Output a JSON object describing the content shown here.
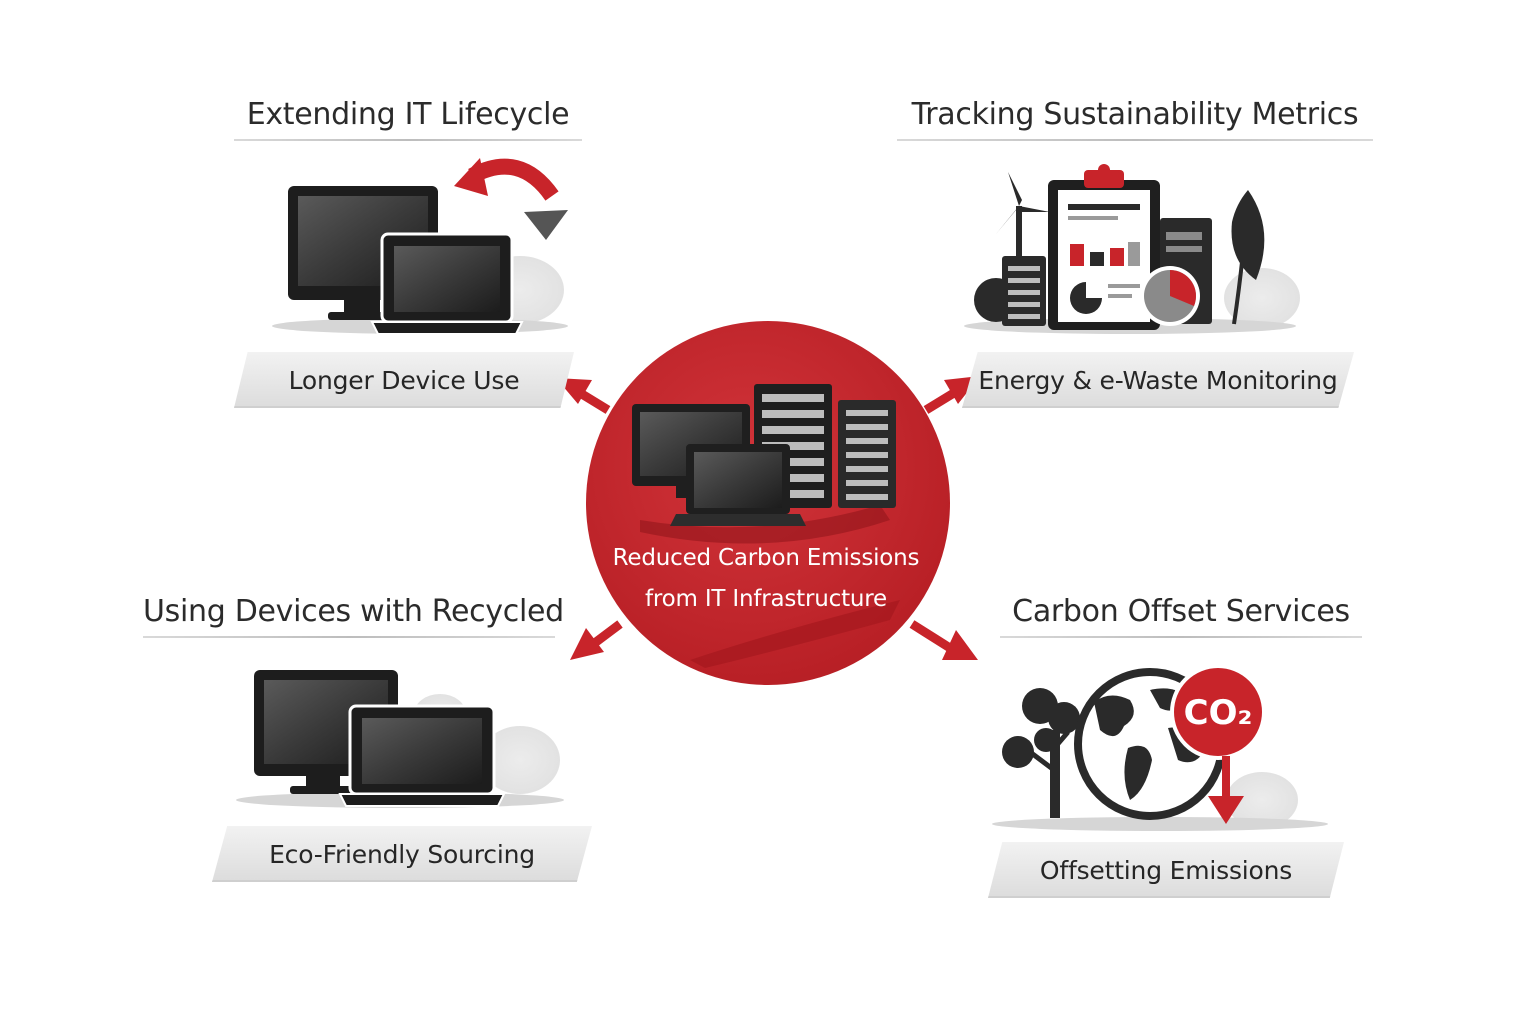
{
  "center": {
    "line1": "Reduced Carbon Emissions",
    "line2": "from IT Infrastructure",
    "color": "#c8242a"
  },
  "nodes": [
    {
      "id": "top-left",
      "title": "Extending IT Lifecycle",
      "label": "Longer Device Use",
      "icons": [
        "monitor-icon",
        "laptop-icon",
        "refresh-arrow-icon"
      ]
    },
    {
      "id": "top-right",
      "title": "Tracking Sustainability Metrics",
      "label": "Energy & e-Waste Monitoring",
      "icons": [
        "wind-turbine-icon",
        "clipboard-chart-icon",
        "pie-chart-icon",
        "leaf-icon",
        "server-icon"
      ]
    },
    {
      "id": "bottom-left",
      "title": "Using Devices with Recycled",
      "label": "Eco-Friendly Sourcing",
      "icons": [
        "monitor-icon",
        "laptop-icon"
      ]
    },
    {
      "id": "bottom-right",
      "title": "Carbon Offset Services",
      "label": "Offsetting Emissions",
      "badge": "CO₂",
      "icons": [
        "tree-icon",
        "globe-icon",
        "co2-badge-icon",
        "down-arrow-icon"
      ]
    }
  ],
  "colors": {
    "accent": "#c8242a",
    "dark": "#2b2b2b",
    "ribbon": "#e4e4e4"
  }
}
